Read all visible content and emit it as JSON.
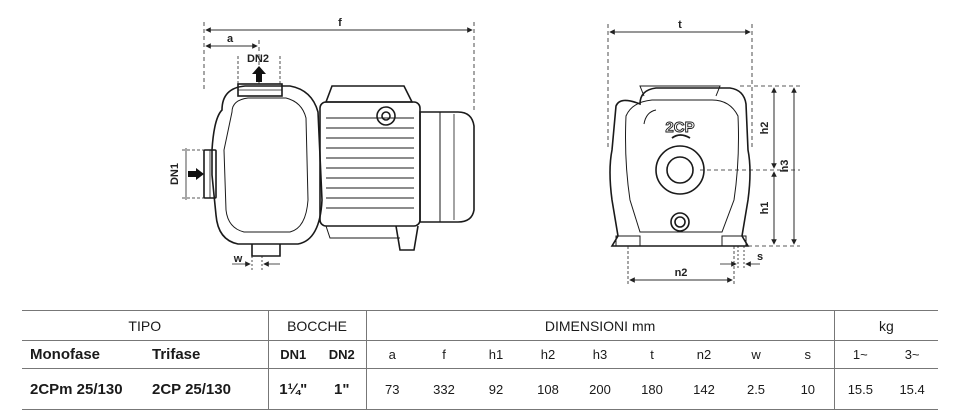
{
  "drawing": {
    "side_view_labels": {
      "f": "f",
      "a": "a",
      "dn2": "DN2",
      "dn1": "DN1",
      "w": "w"
    },
    "front_view_labels": {
      "t": "t",
      "h2": "h2",
      "h3": "h3",
      "h1": "h1",
      "n2": "n2",
      "s": "s",
      "badge": "2CP"
    }
  },
  "table": {
    "groups": {
      "tipo": "TIPO",
      "bocche": "BOCCHE",
      "dimensioni": "DIMENSIONI mm",
      "kg": "kg"
    },
    "subheaders": {
      "monofase": "Monofase",
      "trifase": "Trifase",
      "dn1": "DN1",
      "dn2": "DN2",
      "dims": [
        "a",
        "f",
        "h1",
        "h2",
        "h3",
        "t",
        "n2",
        "w",
        "s"
      ],
      "kg": [
        "1~",
        "3~"
      ]
    },
    "row": {
      "monofase": "2CPm 25/130",
      "trifase": "2CP 25/130",
      "dn1": "1¼\"",
      "dn2": "1\"",
      "dims": [
        "73",
        "332",
        "92",
        "108",
        "200",
        "180",
        "142",
        "2.5",
        "10"
      ],
      "kg": [
        "15.5",
        "15.4"
      ]
    }
  }
}
